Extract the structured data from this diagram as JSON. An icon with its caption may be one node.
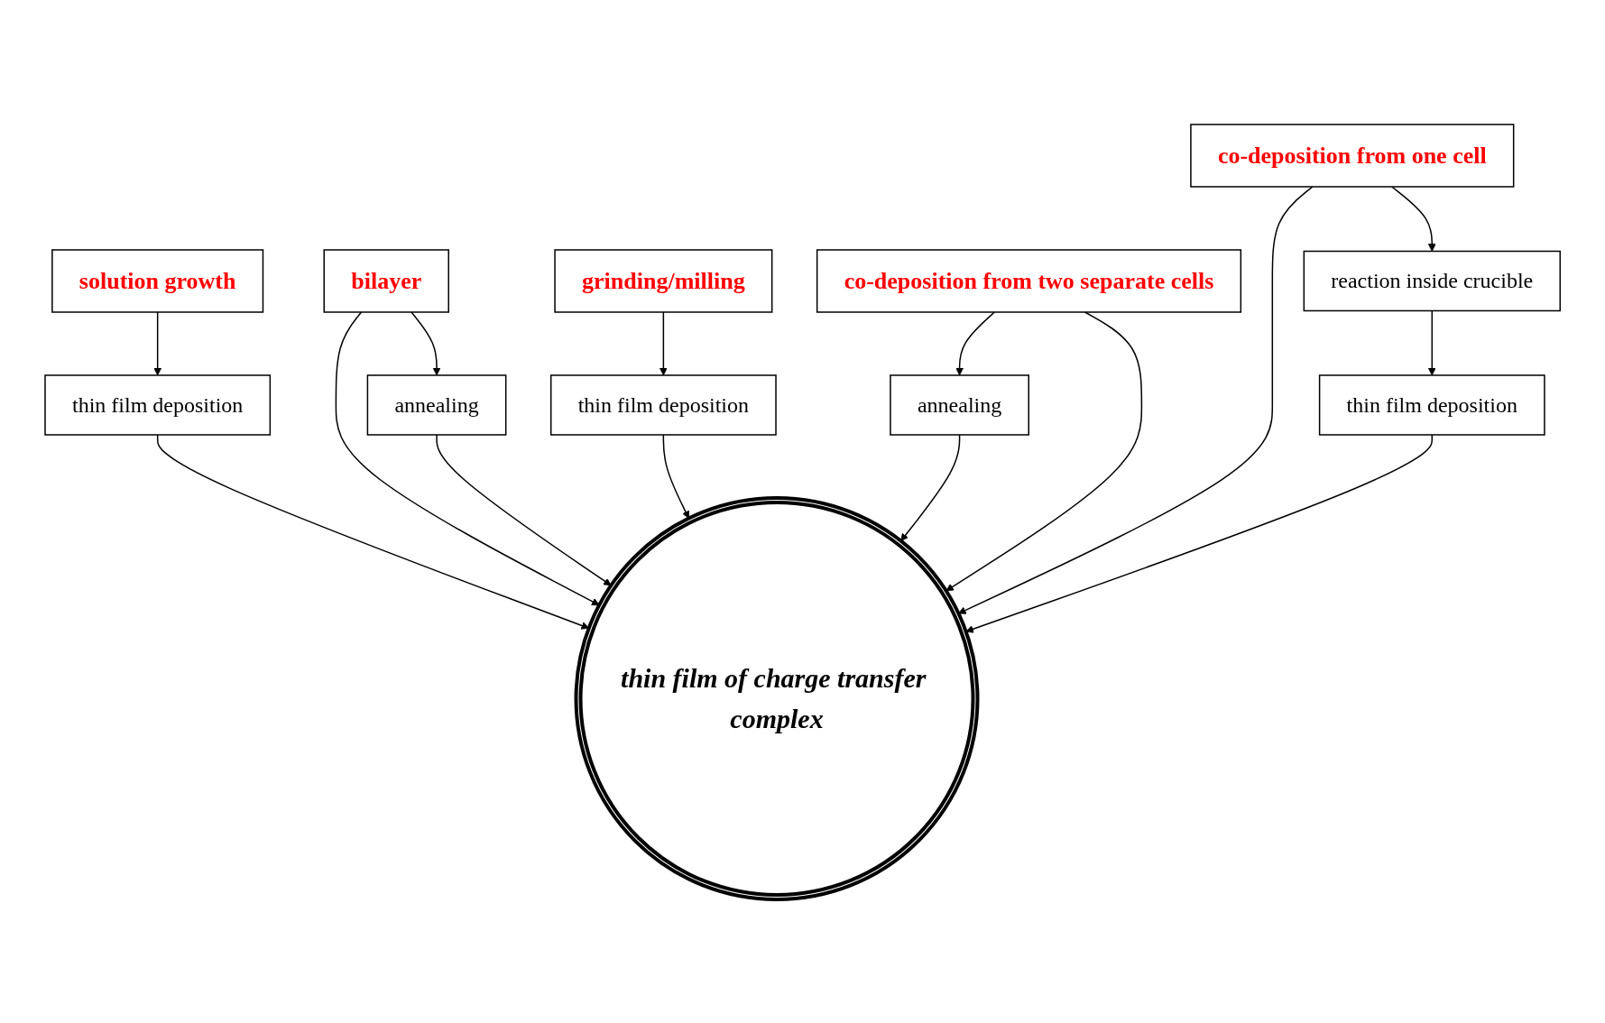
{
  "diagram": {
    "nodes": [
      {
        "text": [
          "bilayer"
        ]
      },
      {
        "text": [
          "solution growth"
        ]
      },
      {
        "text": [
          "grinding/milling"
        ]
      },
      {
        "text": [
          "thin film deposition"
        ]
      },
      {
        "text": [
          "annealing"
        ]
      },
      {
        "text": [
          "thin film deposition"
        ]
      },
      {
        "text": [
          "thin film of charge transfer complex"
        ]
      },
      {
        "text": [
          "annealing"
        ]
      },
      {
        "text": [
          "thin film deposition"
        ]
      },
      {
        "text": [
          "co-deposition from two separate cells"
        ]
      },
      {
        "text": [
          "co-deposition from one cell"
        ]
      },
      {
        "text": [
          "reaction inside crucible"
        ]
      }
    ],
    "edges": [
      {
        "from": 1,
        "to": 3,
        "arrow": "to"
      },
      {
        "from": 3,
        "to": 6,
        "arrow": "to"
      },
      {
        "from": 0,
        "to": 6,
        "arrow": "to"
      },
      {
        "from": 0,
        "to": 4,
        "arrow": "to"
      },
      {
        "from": 4,
        "to": 6,
        "arrow": "to"
      },
      {
        "from": 2,
        "to": 5,
        "arrow": "to"
      },
      {
        "from": 5,
        "to": 6,
        "arrow": "to"
      },
      {
        "from": 7,
        "to": 6,
        "arrow": "to"
      },
      {
        "from": 9,
        "to": 7,
        "arrow": "to"
      },
      {
        "from": 9,
        "to": 6,
        "arrow": "to"
      },
      {
        "from": 10,
        "to": 6,
        "arrow": "to"
      },
      {
        "from": 10,
        "to": 11,
        "arrow": "to"
      },
      {
        "from": 11,
        "to": 8,
        "arrow": "to"
      },
      {
        "from": 8,
        "to": 6,
        "arrow": "to"
      }
    ]
  }
}
